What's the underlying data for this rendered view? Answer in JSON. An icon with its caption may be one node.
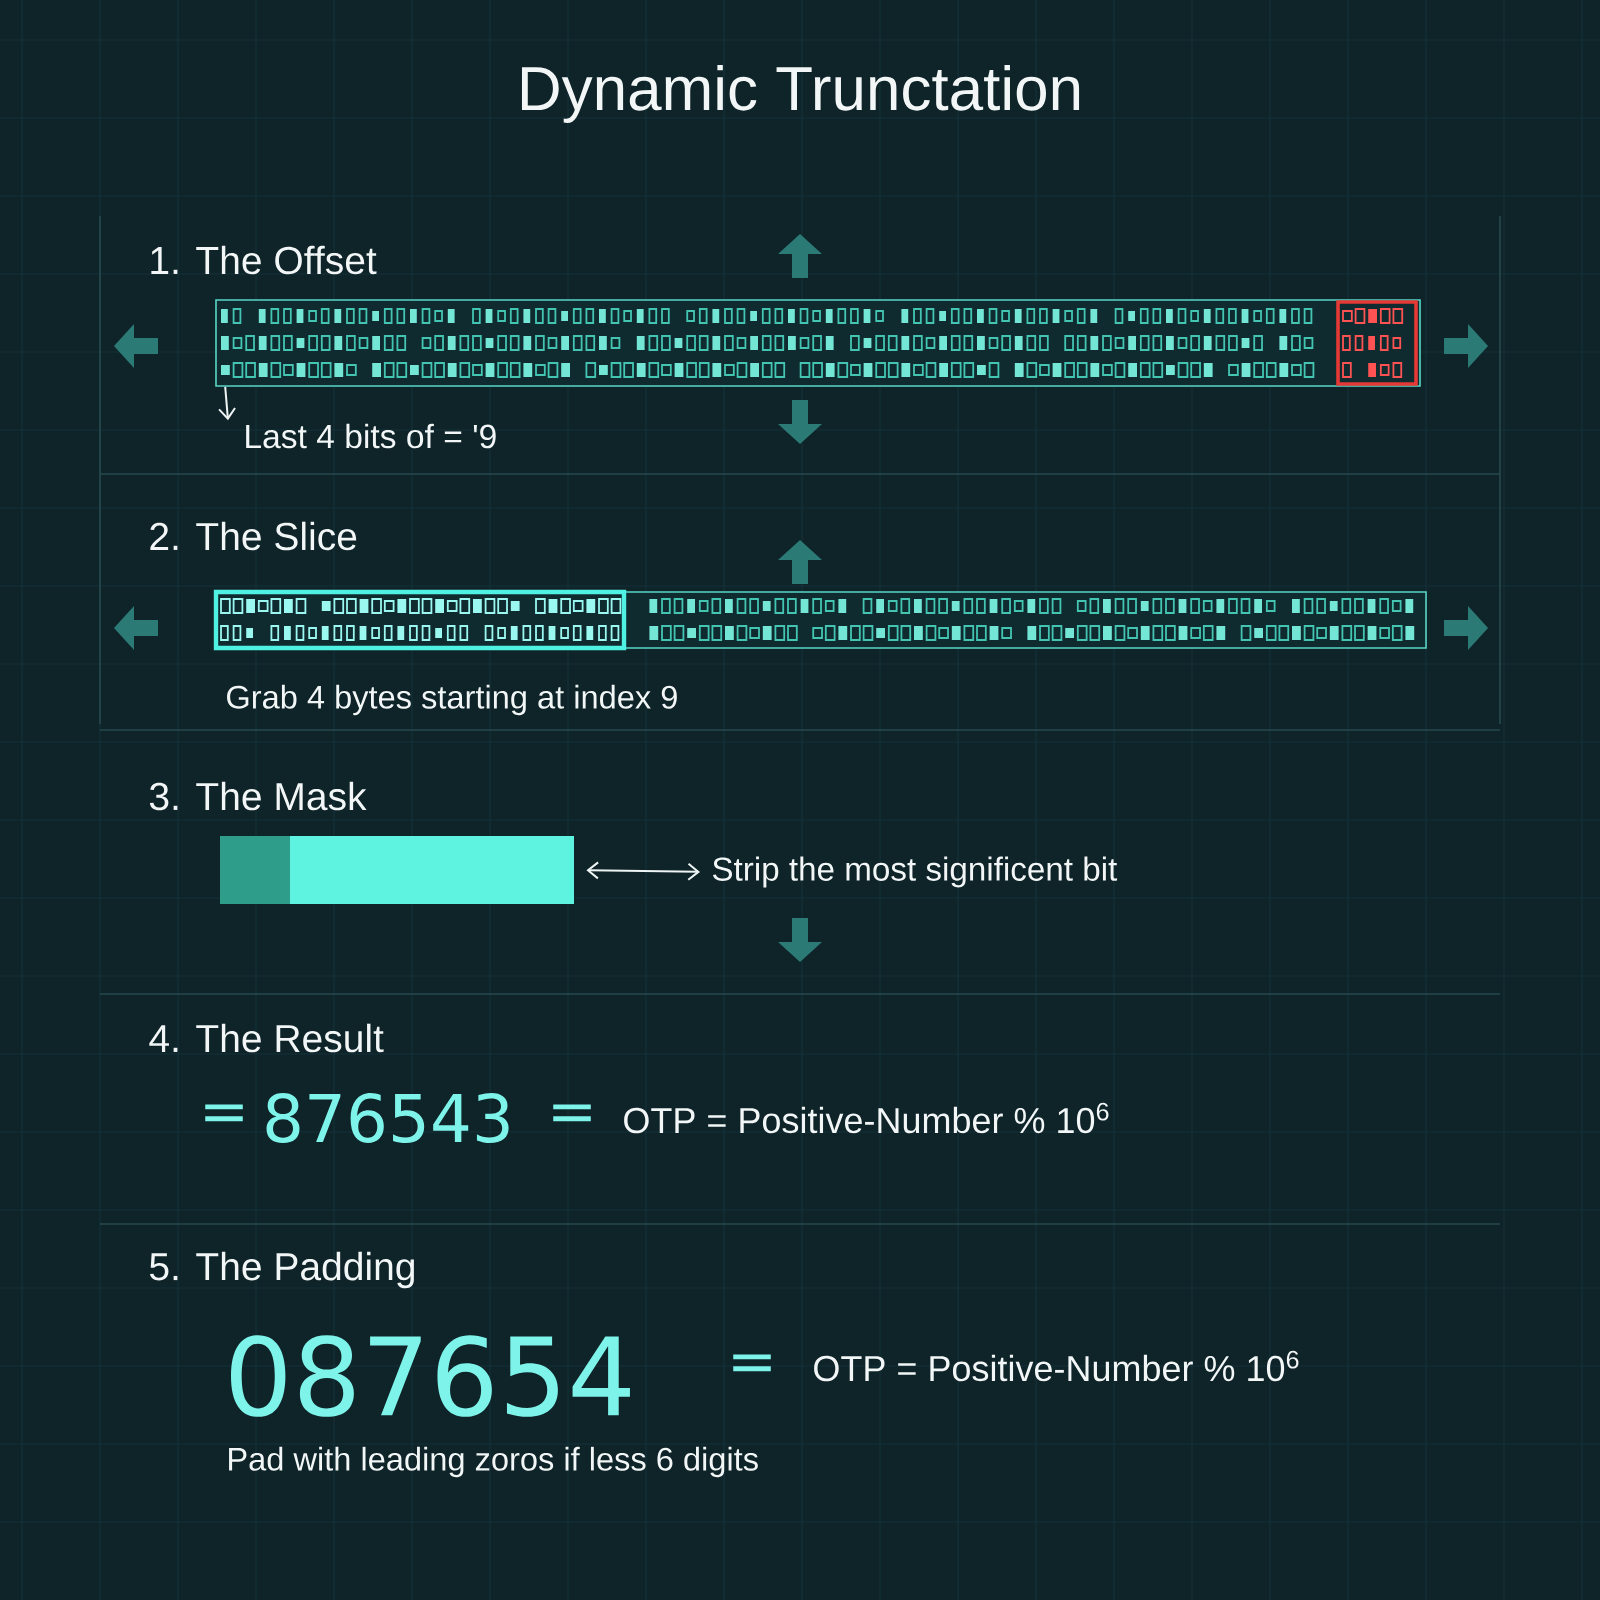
{
  "diagram": {
    "title": "Dynamic Trunctation",
    "nodes": [
      {
        "text": [],
        "shape": "box"
      },
      {
        "text": [],
        "shape": "box",
        "in": 0
      },
      {
        "text": [
          "Last 4 bits of = '9"
        ]
      },
      {
        "text": [],
        "shape": "box",
        "beside": [
          "Grab 4 bytes starting at index 9"
        ]
      },
      {
        "text": [],
        "shape": "box",
        "in": 3
      },
      {
        "text": [],
        "shape": "bar"
      },
      {
        "text": [
          "Strip the most significent bit"
        ]
      }
    ],
    "edges": [
      {
        "from": 0,
        "to": 2,
        "arrow": "to"
      },
      {
        "from": 5,
        "to": 6,
        "arrow": "both"
      }
    ],
    "labels": [
      "1. The Offset",
      "2. The Slice",
      "3. The Mask",
      "4. The Result",
      "=",
      "876543",
      "=",
      "OTP = Positive-Number % 10$^{6}$",
      "5. The Padding",
      "087654",
      "=",
      "OTP = Positive-Number % 10$^{6}$",
      "Pad with leading zoros if less 6 digits"
    ]
  }
}
